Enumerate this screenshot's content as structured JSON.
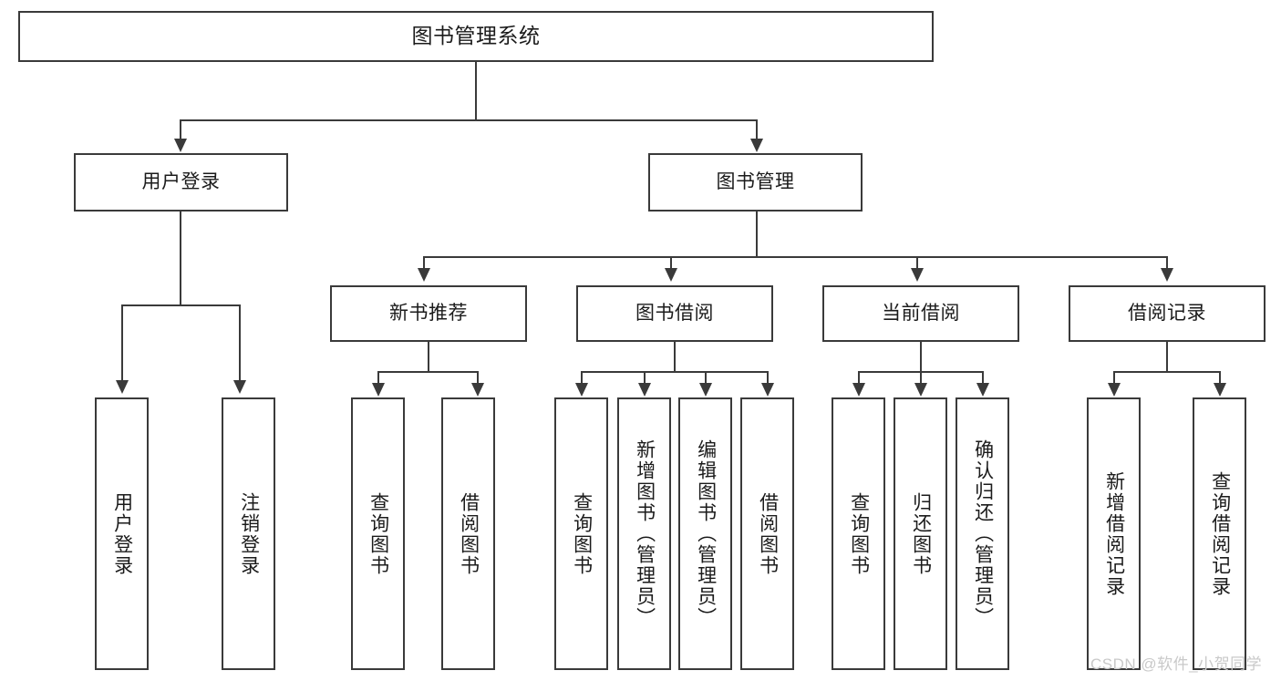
{
  "diagram": {
    "type": "tree",
    "title": "图书管理系统",
    "watermark": "CSDN @软件_小贺同学",
    "colors": {
      "stroke": "#3a3a3a",
      "fill": "#ffffff",
      "text": "#1b1b1b",
      "watermark": "#c9c9c9"
    },
    "root": {
      "label": "图书管理系统"
    },
    "level2": [
      {
        "label": "用户登录"
      },
      {
        "label": "图书管理"
      }
    ],
    "level3": [
      {
        "label": "新书推荐"
      },
      {
        "label": "图书借阅"
      },
      {
        "label": "当前借阅"
      },
      {
        "label": "借阅记录"
      }
    ],
    "leaves": {
      "user_login": [
        {
          "label": "用户登录"
        },
        {
          "label": "注销登录"
        }
      ],
      "new_book_recommend": [
        {
          "label": "查询图书"
        },
        {
          "label": "借阅图书"
        }
      ],
      "book_borrow": [
        {
          "label": "查询图书"
        },
        {
          "label": "新增图书（管理员）"
        },
        {
          "label": "编辑图书（管理员）"
        },
        {
          "label": "借阅图书"
        }
      ],
      "current_borrow": [
        {
          "label": "查询图书"
        },
        {
          "label": "归还图书"
        },
        {
          "label": "确认归还（管理员）"
        }
      ],
      "borrow_record": [
        {
          "label": "新增借阅记录"
        },
        {
          "label": "查询借阅记录"
        }
      ]
    }
  }
}
